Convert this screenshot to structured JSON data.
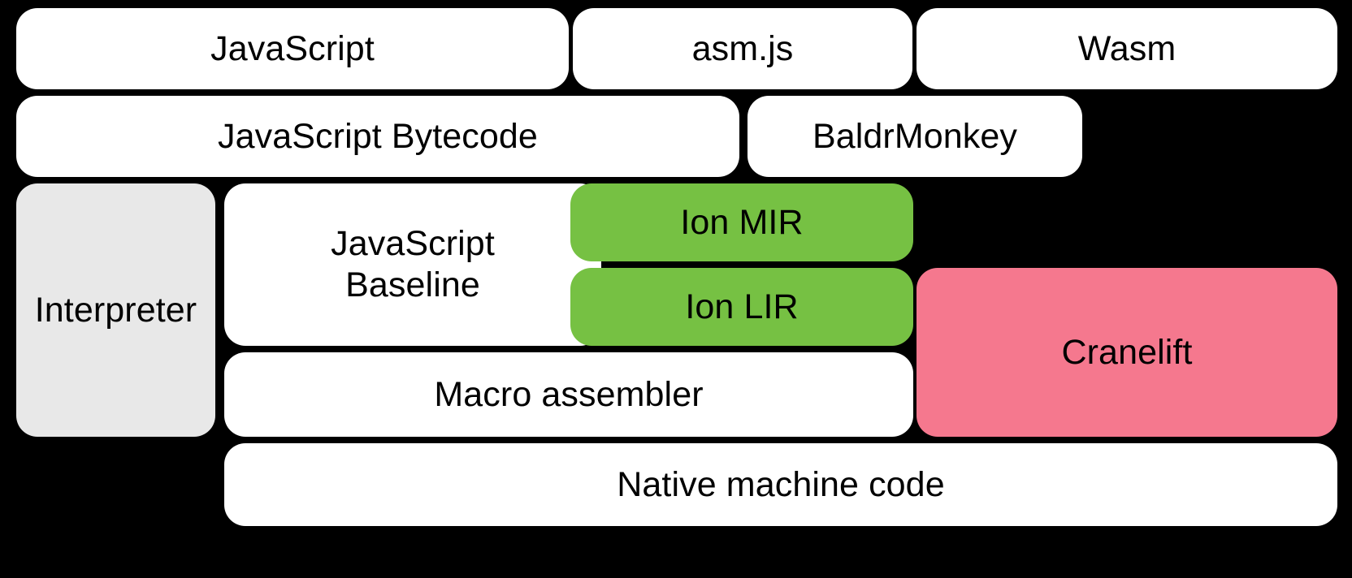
{
  "diagram": {
    "title": "SpiderMonkey compilation pipeline",
    "background_color": "#000000",
    "colors": {
      "white": "#ffffff",
      "gray": "#e8e8e8",
      "green": "#76c143",
      "pink": "#f5788e",
      "text": "#000000"
    },
    "rows": [
      {
        "name": "source-formats",
        "boxes": [
          {
            "label": "JavaScript",
            "fill": "white"
          },
          {
            "label": "asm.js",
            "fill": "white"
          },
          {
            "label": "Wasm",
            "fill": "white"
          }
        ]
      },
      {
        "name": "intermediate-representations",
        "boxes": [
          {
            "label": "JavaScript Bytecode",
            "fill": "white"
          },
          {
            "label": "BaldrMonkey",
            "fill": "white"
          }
        ]
      },
      {
        "name": "execution-tiers",
        "boxes": [
          {
            "label": "Interpreter",
            "fill": "gray"
          },
          {
            "label": "JavaScript\nBaseline",
            "fill": "white"
          },
          {
            "label": "Ion MIR",
            "fill": "green"
          },
          {
            "label": "Ion LIR",
            "fill": "green"
          },
          {
            "label": "Cranelift",
            "fill": "pink"
          }
        ]
      },
      {
        "name": "codegen",
        "boxes": [
          {
            "label": "Macro assembler",
            "fill": "white"
          }
        ]
      },
      {
        "name": "output",
        "boxes": [
          {
            "label": "Native machine code",
            "fill": "white"
          }
        ]
      }
    ]
  },
  "boxes": {
    "javascript": {
      "label": "JavaScript"
    },
    "asmjs": {
      "label": "asm.js"
    },
    "wasm": {
      "label": "Wasm"
    },
    "javascript_bytecode": {
      "label": "JavaScript Bytecode"
    },
    "baldrmonkey": {
      "label": "BaldrMonkey"
    },
    "interpreter": {
      "label": "Interpreter"
    },
    "javascript_baseline": {
      "label": "JavaScript\nBaseline"
    },
    "ion_mir": {
      "label": "Ion MIR"
    },
    "ion_lir": {
      "label": "Ion LIR"
    },
    "cranelift": {
      "label": "Cranelift"
    },
    "macro_assembler": {
      "label": "Macro assembler"
    },
    "native_machine_code": {
      "label": "Native machine code"
    }
  }
}
